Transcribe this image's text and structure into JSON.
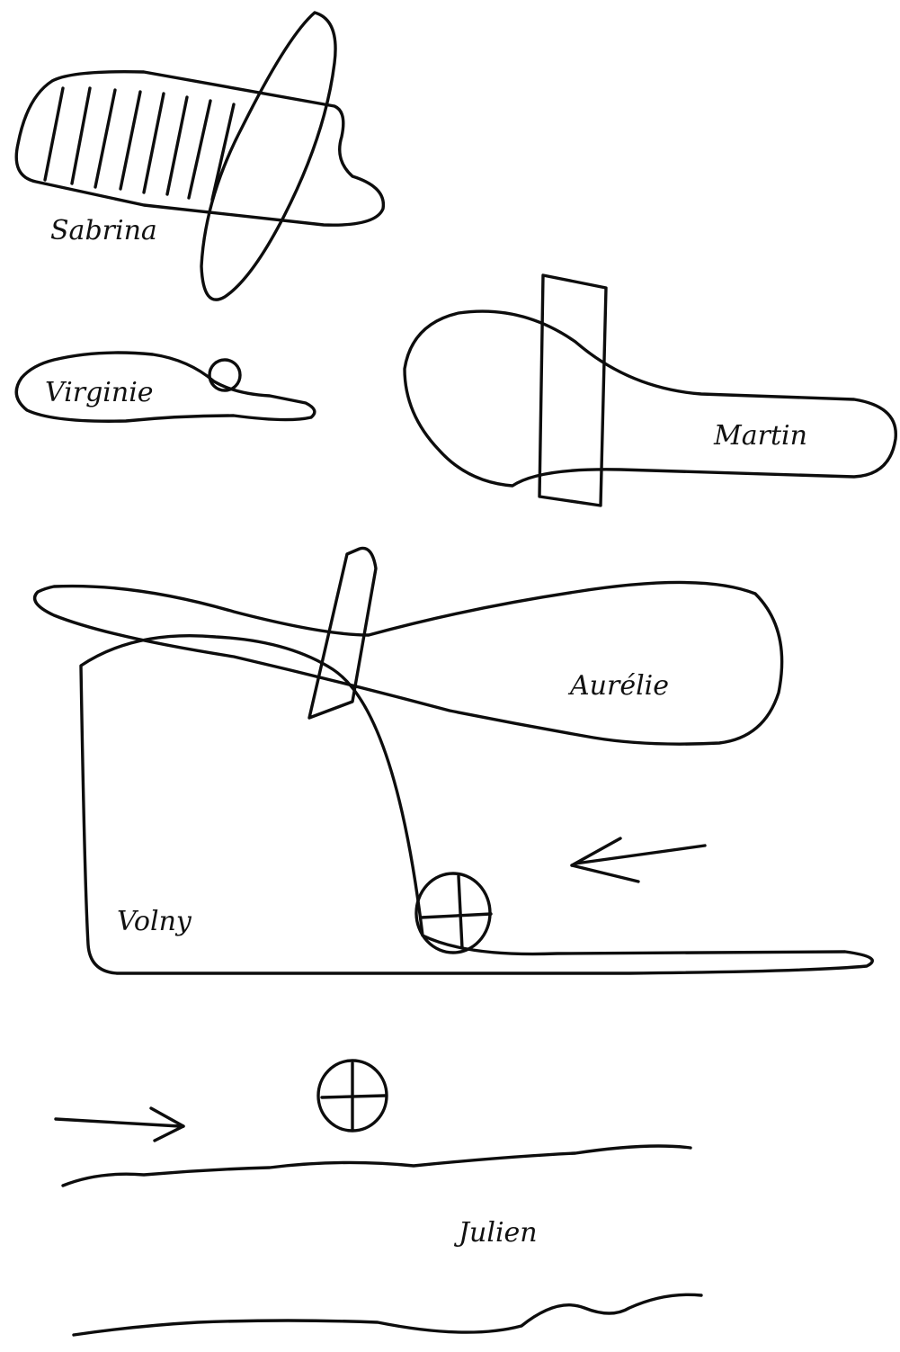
{
  "labels": {
    "sabrina": "Sabrina",
    "virginie": "Virginie",
    "martin": "Martin",
    "aurelie": "Aurélie",
    "volny": "Volny",
    "julien": "Julien"
  },
  "ink_color": "#0d0d0d",
  "background_color": "#ffffff"
}
